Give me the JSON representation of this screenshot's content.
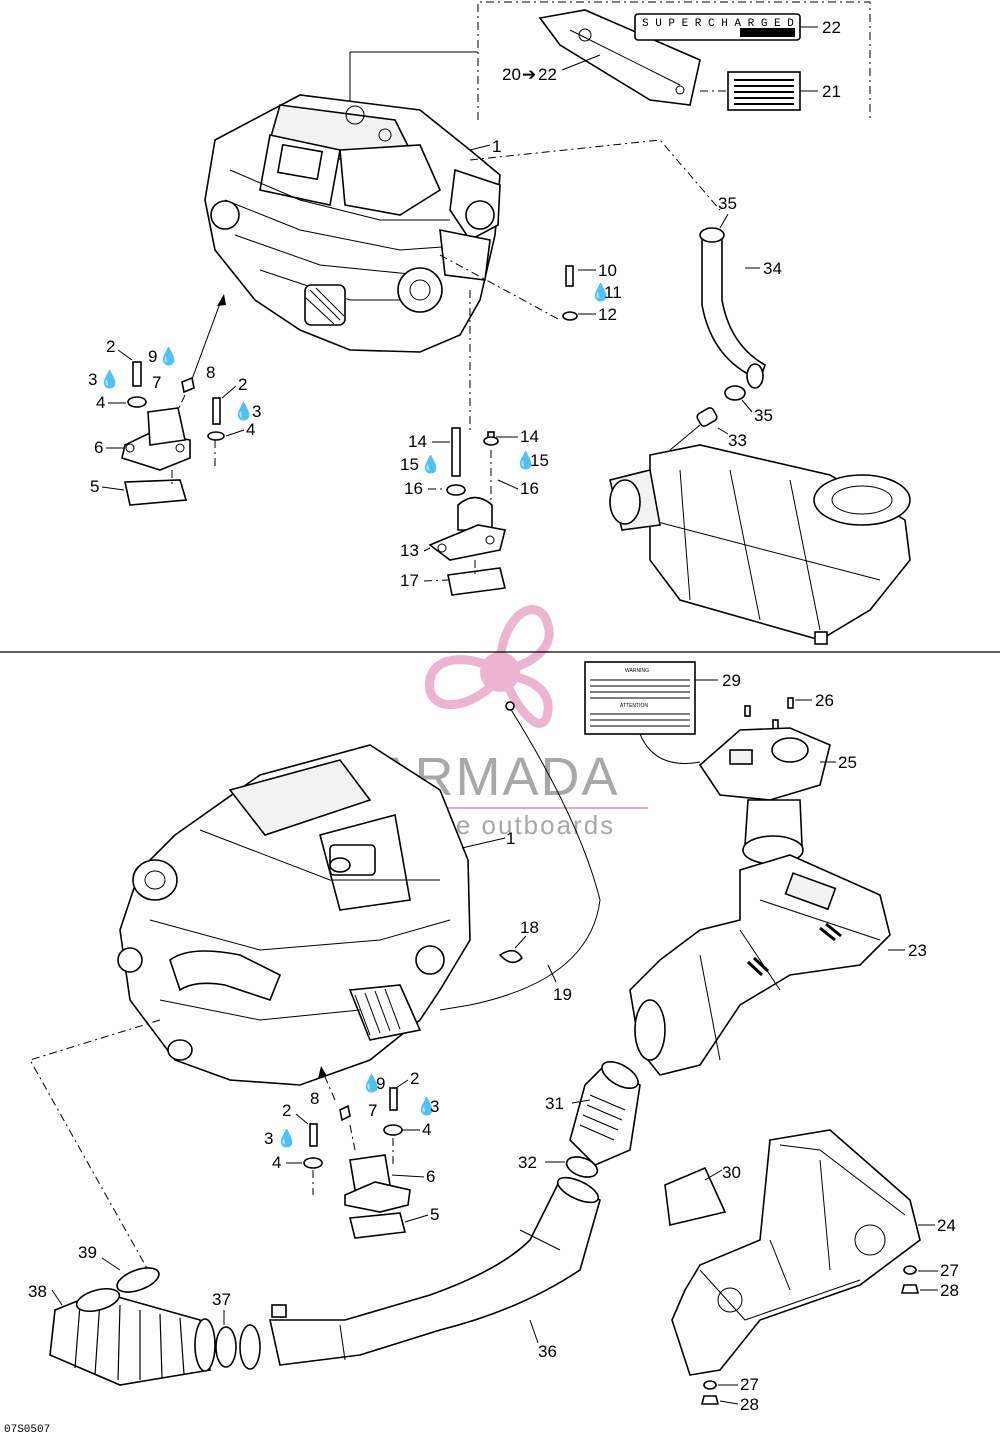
{
  "drawing_code": "07S0507",
  "watermark": {
    "brand": "ARMADA",
    "tagline": "marine outboards",
    "color": "#e9a8c8"
  },
  "upper_callouts": {
    "c1": "1",
    "c2a": "2",
    "c2b": "2",
    "c3a": "3",
    "c3b": "3",
    "c4a": "4",
    "c4b": "4",
    "c5": "5",
    "c6": "6",
    "c7": "7",
    "c8": "8",
    "c9": "9",
    "c10": "10",
    "c11": "11",
    "c12": "12",
    "c13": "13",
    "c14a": "14",
    "c14b": "14",
    "c15a": "15",
    "c15b": "15",
    "c16a": "16",
    "c16b": "16",
    "c17": "17",
    "c2022": "20",
    "c2022b": "22",
    "c21": "21",
    "c22": "22",
    "c33": "33",
    "c34": "34",
    "c35a": "35",
    "c35b": "35"
  },
  "lower_callouts": {
    "c1": "1",
    "c2a": "2",
    "c2b": "2",
    "c3a": "3",
    "c3b": "3",
    "c4a": "4",
    "c4b": "4",
    "c5": "5",
    "c6": "6",
    "c7": "7",
    "c8": "8",
    "c9": "9",
    "c18": "18",
    "c19": "19",
    "c23": "23",
    "c24": "24",
    "c25": "25",
    "c26": "26",
    "c27a": "27",
    "c27b": "27",
    "c28a": "28",
    "c28b": "28",
    "c29": "29",
    "c30": "30",
    "c31": "31",
    "c32": "32",
    "c36": "36",
    "c37": "37",
    "c38": "38",
    "c39": "39"
  },
  "label_plate": {
    "heading_top": "WARNING",
    "heading_mid": "ATTENTION"
  }
}
